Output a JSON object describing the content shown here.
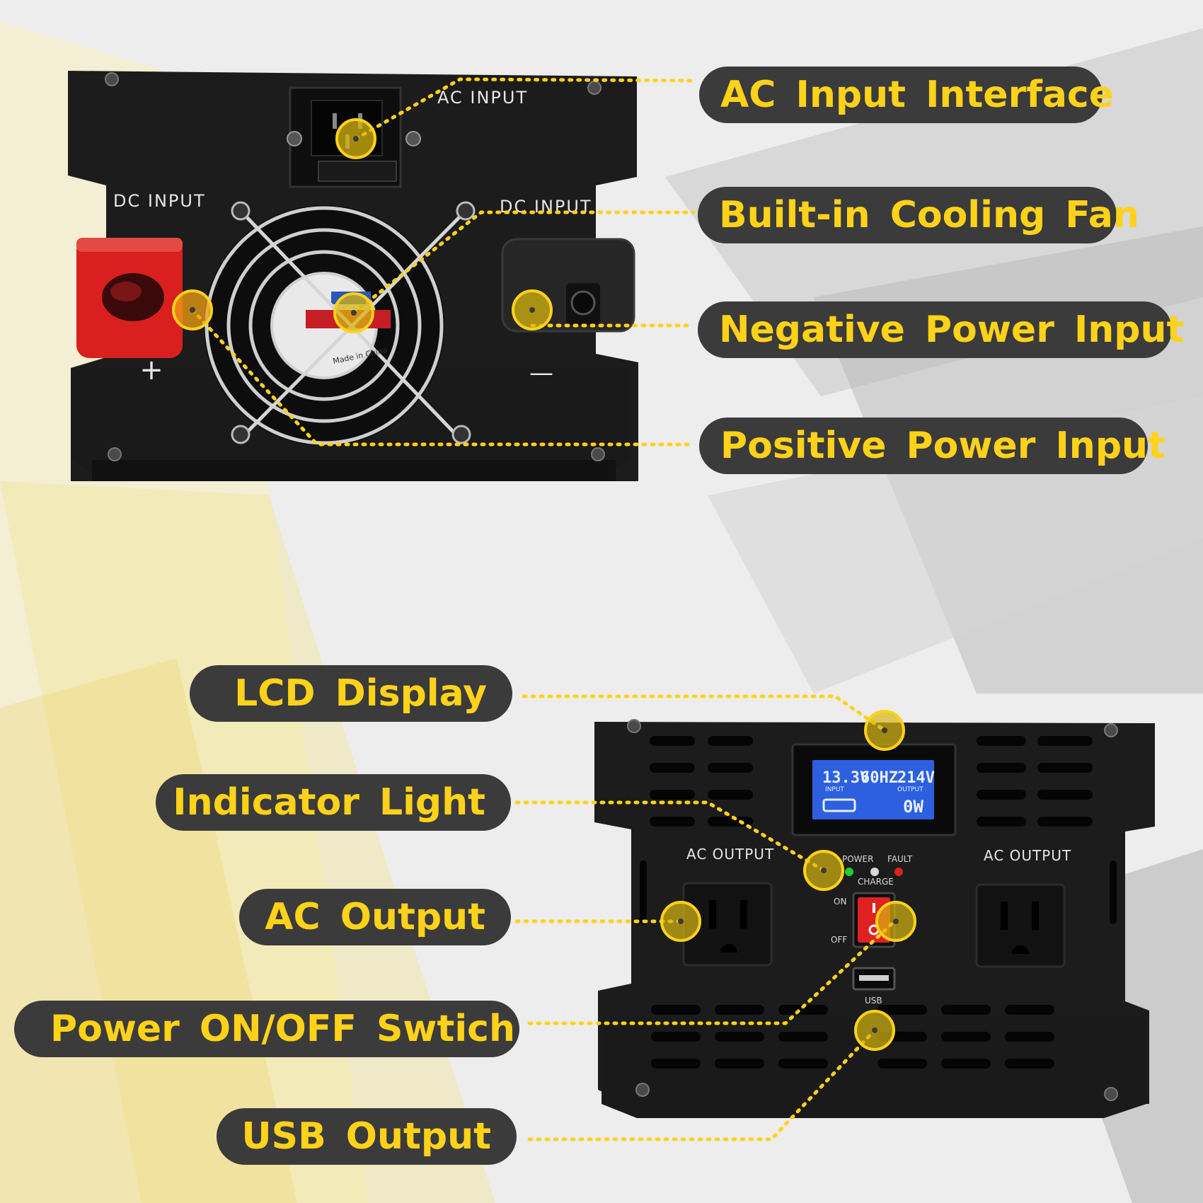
{
  "callouts_top": [
    {
      "name": "callout-ac-input-interface",
      "text": "AC Input Interface"
    },
    {
      "name": "callout-built-in-cooling-fan",
      "text": "Built-in Cooling Fan"
    },
    {
      "name": "callout-negative-power-input",
      "text": "Negative Power Input"
    },
    {
      "name": "callout-positive-power-input",
      "text": "Positive Power Input"
    }
  ],
  "callouts_bottom": [
    {
      "name": "callout-lcd-display",
      "text": "LCD Display"
    },
    {
      "name": "callout-indicator-light",
      "text": "Indicator Light"
    },
    {
      "name": "callout-ac-output",
      "text": "AC Output"
    },
    {
      "name": "callout-power-switch",
      "text": "Power ON/OFF Swtich"
    },
    {
      "name": "callout-usb-output",
      "text": "USB Output"
    }
  ],
  "rear_panel": {
    "ac_input_label": "AC INPUT",
    "dc_input_left": "DC INPUT",
    "dc_input_right": "DC INPUT",
    "plus_sign": "+",
    "minus_sign": "—",
    "fan_sticker_text": "Made in China"
  },
  "front_panel": {
    "ac_output_left": "AC OUTPUT",
    "ac_output_right": "AC OUTPUT",
    "power_led_label": "POWER",
    "fault_led_label": "FAULT",
    "charge_label": "CHARGE",
    "on_label": "ON",
    "off_label": "OFF",
    "usb_label": "USB",
    "lcd": {
      "input_voltage": "13.3V",
      "frequency": "60HZ",
      "output_voltage": "214V",
      "input_caption": "INPUT",
      "output_caption": "OUTPUT",
      "power": "0W"
    }
  },
  "colors": {
    "accent_yellow": "#ffd21a",
    "label_background": "#3b3b3b",
    "device_body": "#1c1c1c",
    "lcd_blue": "#2d5fe0",
    "positive_terminal": "#d9201f",
    "power_led": "#22cc33",
    "fault_led": "#e02020"
  }
}
